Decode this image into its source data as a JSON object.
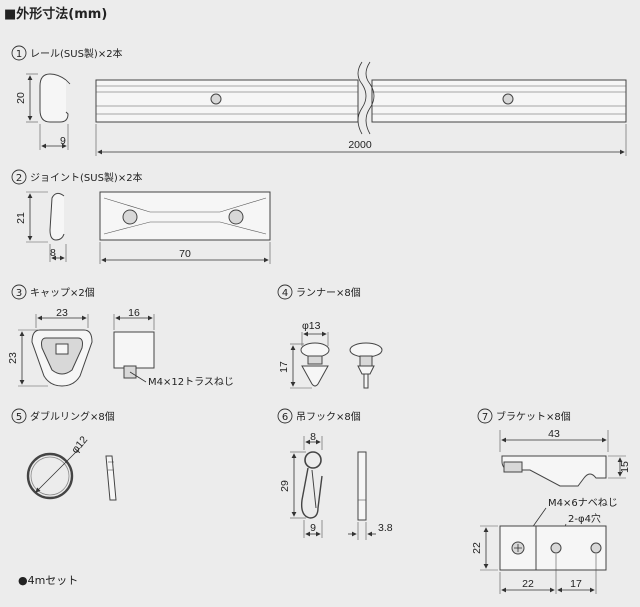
{
  "header": {
    "title": "■外形寸法(mm)"
  },
  "parts": [
    {
      "num": "1",
      "label": "レール(SUS製)×2本",
      "dims": [
        "20",
        "9",
        "2000"
      ]
    },
    {
      "num": "2",
      "label": "ジョイント(SUS製)×2本",
      "dims": [
        "21",
        "8",
        "70"
      ]
    },
    {
      "num": "3",
      "label": "キャップ×2個",
      "dims": [
        "23",
        "23",
        "16"
      ],
      "note": "M4×12トラスねじ"
    },
    {
      "num": "4",
      "label": "ランナー×8個",
      "dims": [
        "φ13",
        "17"
      ]
    },
    {
      "num": "5",
      "label": "ダブルリング×8個",
      "dims": [
        "φ12"
      ]
    },
    {
      "num": "6",
      "label": "吊フック×8個",
      "dims": [
        "8",
        "29",
        "9",
        "3.8"
      ]
    },
    {
      "num": "7",
      "label": "ブラケット×8個",
      "dims": [
        "43",
        "15",
        "22",
        "22",
        "17"
      ],
      "note": "M4×6ナベねじ",
      "note2": "2-φ4穴"
    }
  ],
  "footer": {
    "set_label": "●4mセット"
  }
}
